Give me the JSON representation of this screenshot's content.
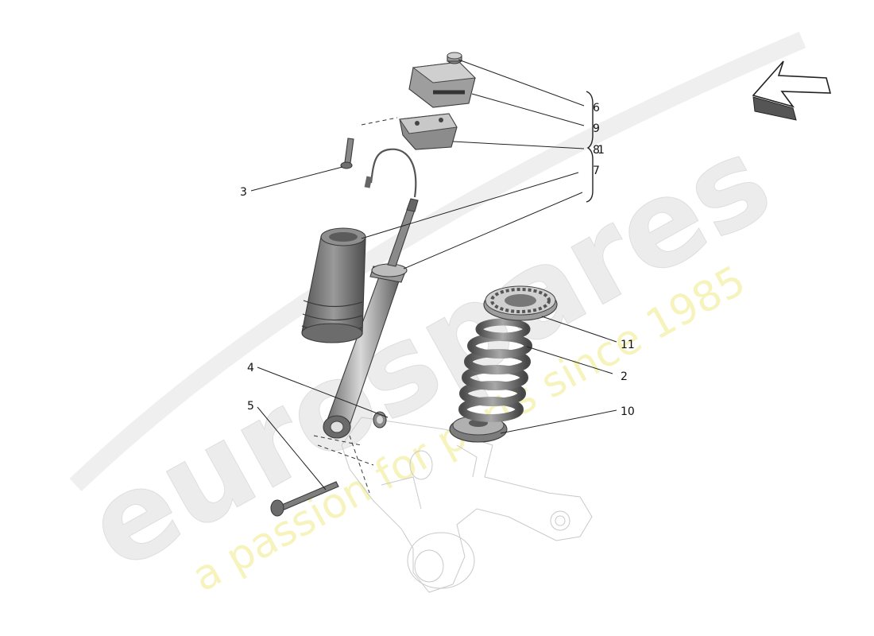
{
  "watermark": {
    "brand": "eurospares",
    "tagline": "a passion for parts since 1985"
  },
  "callouts": [
    {
      "id": "c6",
      "label": "6"
    },
    {
      "id": "c9",
      "label": "9"
    },
    {
      "id": "c8",
      "label": "8"
    },
    {
      "id": "c1",
      "label": "1"
    },
    {
      "id": "c7",
      "label": "7"
    },
    {
      "id": "c3",
      "label": "3"
    },
    {
      "id": "c4",
      "label": "4"
    },
    {
      "id": "c5",
      "label": "5"
    },
    {
      "id": "c11",
      "label": "11"
    },
    {
      "id": "c2",
      "label": "2"
    },
    {
      "id": "c10",
      "label": "10"
    }
  ],
  "icons": {
    "direction_arrow": "arrow-icon"
  }
}
